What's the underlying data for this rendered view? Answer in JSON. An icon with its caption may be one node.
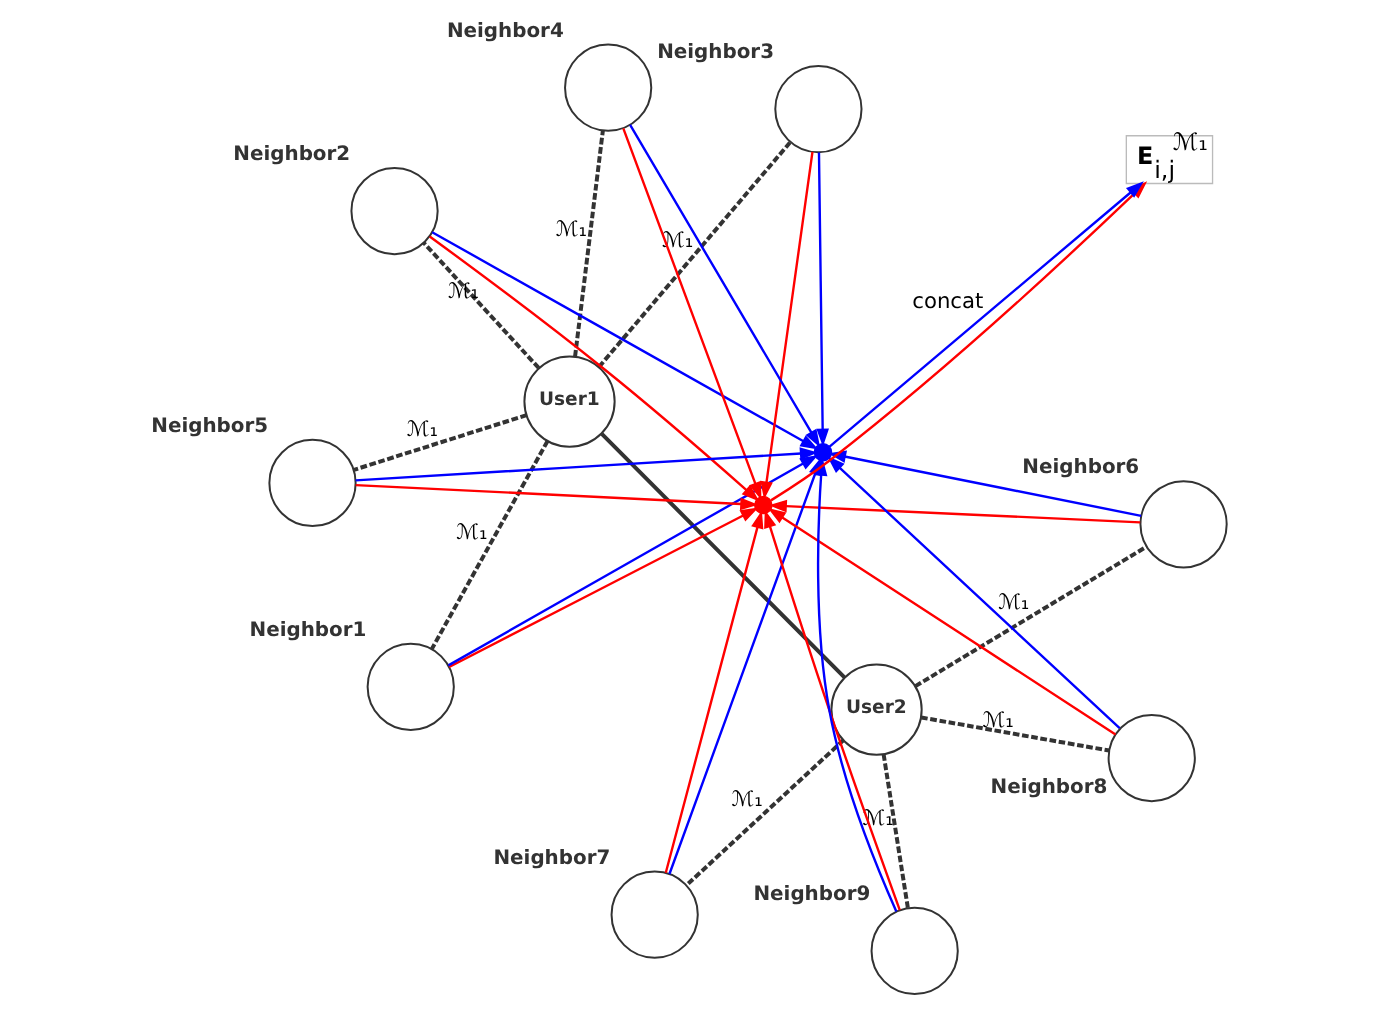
{
  "diagram": {
    "nodes": [
      {
        "text": [
          "User1"
        ]
      },
      {
        "text": [
          "User2"
        ]
      },
      {
        "text": [
          "Neighbor1"
        ]
      },
      {
        "text": [
          "Neighbor2"
        ]
      },
      {
        "text": [
          "Neighbor3"
        ]
      },
      {
        "text": [
          "Neighbor4"
        ]
      },
      {
        "text": [
          "Neighbor5"
        ]
      },
      {
        "text": [
          "Neighbor6"
        ]
      },
      {
        "text": [
          "Neighbor7"
        ]
      },
      {
        "text": [
          "Neighbor8"
        ]
      },
      {
        "text": [
          "Neighbor9"
        ]
      },
      {
        "text": [],
        "shape": "point"
      },
      {
        "text": [],
        "shape": "point"
      },
      {
        "text": [
          "**E**$_{i,j}$$^{ℳ₁}$"
        ]
      }
    ],
    "edges": [
      {
        "from": 0,
        "to": 1,
        "arrow": "none"
      },
      {
        "from": 0,
        "to": 2,
        "arrow": "none",
        "label": "ℳ₁",
        "style": "dashed"
      },
      {
        "from": 0,
        "to": 3,
        "arrow": "none",
        "label": "ℳ₁",
        "style": "dashed"
      },
      {
        "from": 0,
        "to": 4,
        "arrow": "none",
        "label": "ℳ₁",
        "style": "dashed"
      },
      {
        "from": 0,
        "to": 5,
        "arrow": "none",
        "label": "ℳ₁",
        "style": "dashed"
      },
      {
        "from": 0,
        "to": 6,
        "arrow": "none",
        "label": "ℳ₁",
        "style": "dashed"
      },
      {
        "from": 1,
        "to": 7,
        "arrow": "none",
        "label": "ℳ₁",
        "style": "dashed"
      },
      {
        "from": 1,
        "to": 8,
        "arrow": "none",
        "label": "ℳ₁",
        "style": "dashed"
      },
      {
        "from": 1,
        "to": 9,
        "arrow": "none",
        "label": "ℳ₁",
        "style": "dashed"
      },
      {
        "from": 1,
        "to": 10,
        "arrow": "none",
        "label": "ℳ₁",
        "style": "dashed"
      },
      {
        "from": 2,
        "to": 11,
        "arrow": "to",
        "color": "#ff0000"
      },
      {
        "from": 3,
        "to": 11,
        "arrow": "to",
        "color": "#ff0000"
      },
      {
        "from": 4,
        "to": 11,
        "arrow": "to",
        "color": "#ff0000"
      },
      {
        "from": 5,
        "to": 11,
        "arrow": "to",
        "color": "#ff0000"
      },
      {
        "from": 6,
        "to": 11,
        "arrow": "to",
        "color": "#ff0000"
      },
      {
        "from": 7,
        "to": 11,
        "arrow": "to",
        "color": "#ff0000"
      },
      {
        "from": 8,
        "to": 11,
        "arrow": "to",
        "color": "#ff0000"
      },
      {
        "from": 9,
        "to": 11,
        "arrow": "to",
        "color": "#ff0000"
      },
      {
        "from": 10,
        "to": 11,
        "arrow": "to",
        "color": "#ff0000"
      },
      {
        "from": 2,
        "to": 12,
        "arrow": "to",
        "color": "#0000ff"
      },
      {
        "from": 3,
        "to": 12,
        "arrow": "to",
        "color": "#0000ff"
      },
      {
        "from": 4,
        "to": 12,
        "arrow": "to",
        "color": "#0000ff"
      },
      {
        "from": 5,
        "to": 12,
        "arrow": "to",
        "color": "#0000ff"
      },
      {
        "from": 6,
        "to": 12,
        "arrow": "to",
        "color": "#0000ff"
      },
      {
        "from": 7,
        "to": 12,
        "arrow": "to",
        "color": "#0000ff"
      },
      {
        "from": 8,
        "to": 12,
        "arrow": "to",
        "color": "#0000ff"
      },
      {
        "from": 9,
        "to": 12,
        "arrow": "to",
        "color": "#0000ff"
      },
      {
        "from": 10,
        "to": 12,
        "arrow": "to",
        "color": "#0000ff"
      },
      {
        "from": 11,
        "to": 13,
        "arrow": "to",
        "color": "#ff0000"
      },
      {
        "from": 12,
        "to": 13,
        "arrow": "to",
        "label": "concat",
        "color": "#0000ff"
      }
    ]
  }
}
